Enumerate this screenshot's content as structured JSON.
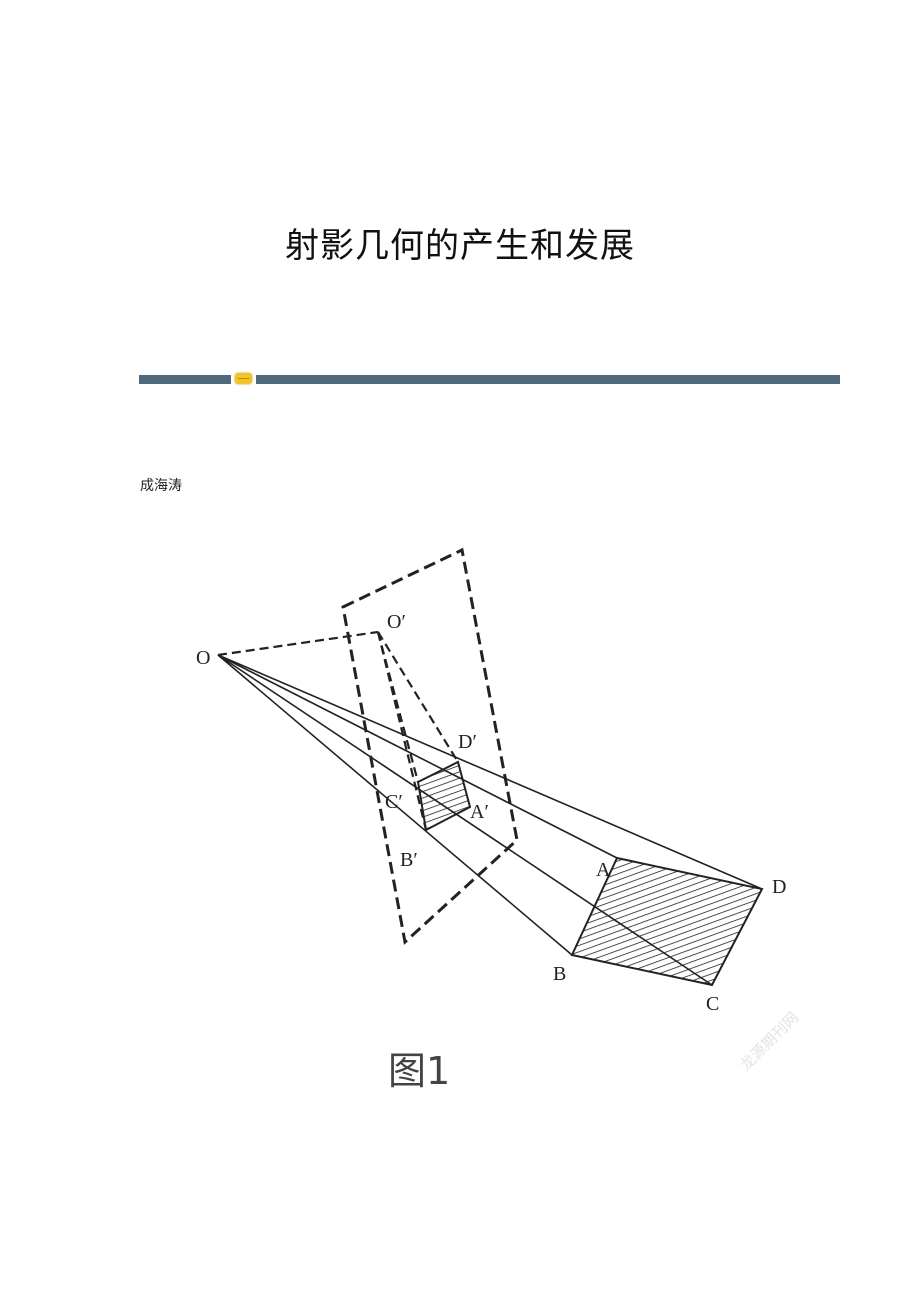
{
  "document": {
    "title": "射影几何的产生和发展",
    "author": "成海涛",
    "figure": {
      "labels": {
        "O": "O",
        "O_prime": "O′",
        "A": "A",
        "B": "B",
        "C": "C",
        "D": "D",
        "A_prime": "A′",
        "B_prime": "B′",
        "C_prime": "C′",
        "D_prime": "D′"
      },
      "caption": "图1"
    },
    "watermark": "龙源期刊网",
    "colors": {
      "rule": "#4f6a7d",
      "badge": "#f0c52a"
    }
  }
}
